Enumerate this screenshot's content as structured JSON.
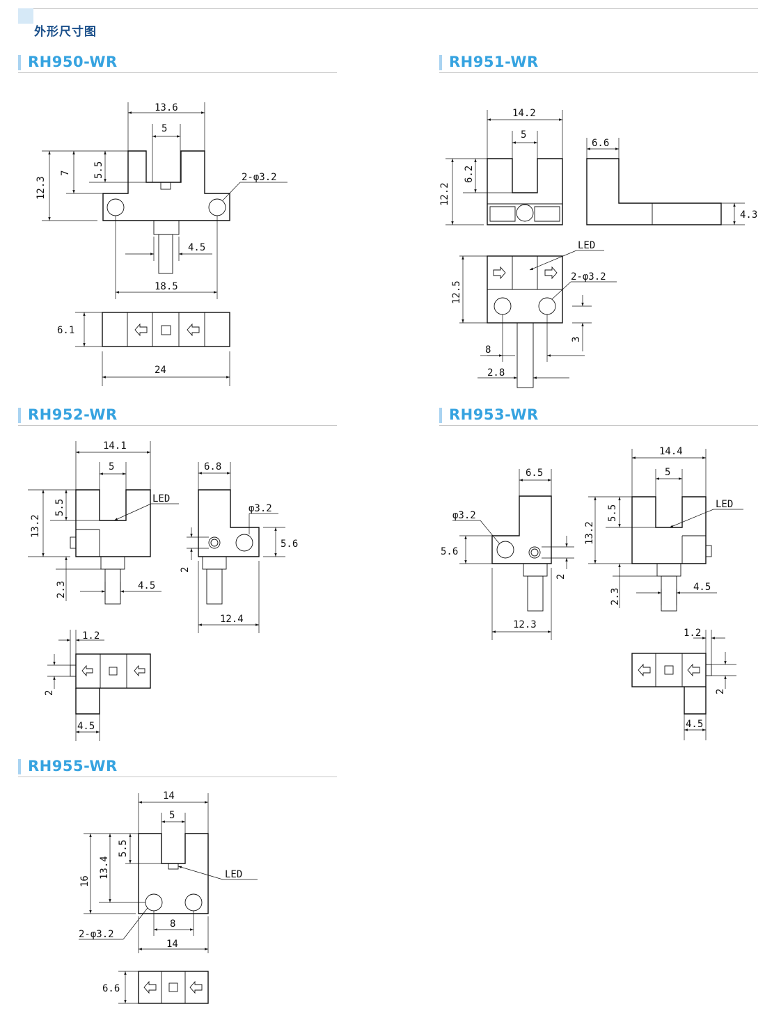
{
  "page_title": "外形尺寸图",
  "models": {
    "rh950": {
      "name": "RH950-WR",
      "dims": {
        "width": "13.6",
        "slot": "5",
        "height": "12.3",
        "top": "7",
        "slot_depth": "5.5",
        "holes": "2-φ3.2",
        "pin": "4.5",
        "hole_pitch": "18.5",
        "depth": "6.1",
        "length": "24"
      }
    },
    "rh951": {
      "name": "RH951-WR",
      "dims": {
        "width": "14.2",
        "slot": "5",
        "side_width": "6.6",
        "height": "12.2",
        "slot_depth": "6.2",
        "cable": "4.3",
        "led": "LED",
        "holes": "2-φ3.2",
        "body": "12.5",
        "offset": "3",
        "pitch": "8",
        "cable_w": "2.8"
      }
    },
    "rh952": {
      "name": "RH952-WR",
      "dims": {
        "width": "14.1",
        "slot": "5",
        "side_width": "6.8",
        "height": "13.2",
        "slot_depth": "5.5",
        "led": "LED",
        "hole": "φ3.2",
        "hole_h": "5.6",
        "pin_off": "2",
        "pin_gap": "2.3",
        "pin": "4.5",
        "side_len": "12.4",
        "tab": "1.2",
        "tab_h": "2",
        "leg": "4.5"
      }
    },
    "rh953": {
      "name": "RH953-WR",
      "dims": {
        "width": "14.4",
        "slot": "5",
        "side_width": "6.5",
        "height": "13.2",
        "slot_depth": "5.5",
        "led": "LED",
        "hole": "φ3.2",
        "hole_h": "5.6",
        "pin_off": "2",
        "pin_gap": "2.3",
        "pin": "4.5",
        "side_len": "12.3",
        "tab": "1.2",
        "tab_h": "2",
        "leg": "4.5"
      }
    },
    "rh955": {
      "name": "RH955-WR",
      "dims": {
        "width": "14",
        "slot": "5",
        "height": "16",
        "hole_h": "13.4",
        "slot_depth": "5.5",
        "led": "LED",
        "holes": "2-φ3.2",
        "pitch": "8",
        "bottom_width": "14",
        "depth": "6.6"
      }
    }
  }
}
